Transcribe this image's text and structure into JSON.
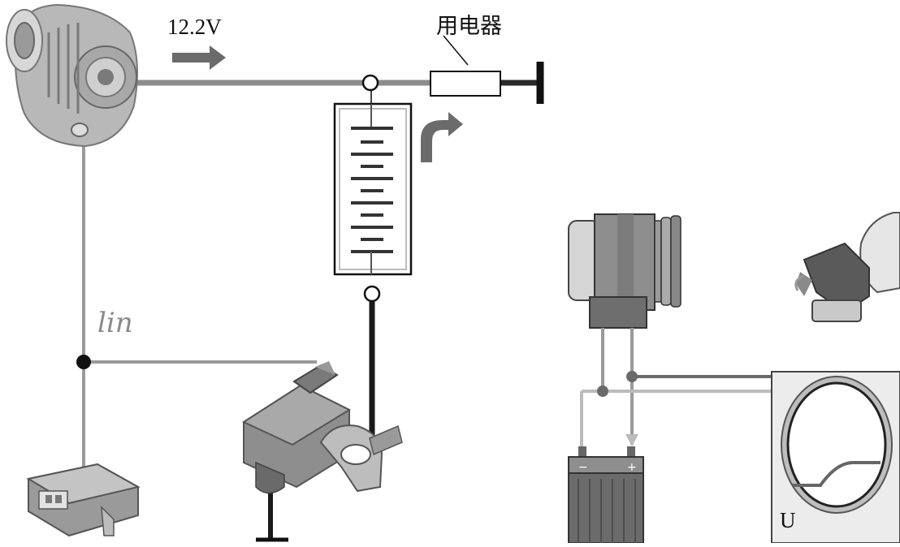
{
  "labels": {
    "voltage": "12.2V",
    "load": "用电器",
    "bus": "lin",
    "scope_axis": "U"
  },
  "icons": {
    "alternator": "alternator-icon",
    "control_unit": "control-unit-icon",
    "battery_sensor": "battery-sensor-clamp-icon",
    "generator": "generator-icon",
    "battery": "battery-icon",
    "oscilloscope": "oscilloscope-icon",
    "hand": "hand-ignition-key-icon",
    "battery_terminals": [
      "−",
      "+"
    ]
  },
  "colors": {
    "wire_gray": "#9a9a9a",
    "wire_dark": "#3a3a3a",
    "arrow": "#6b6b6b",
    "body": "#8e8e8e",
    "body_dark": "#5e5e5e"
  }
}
